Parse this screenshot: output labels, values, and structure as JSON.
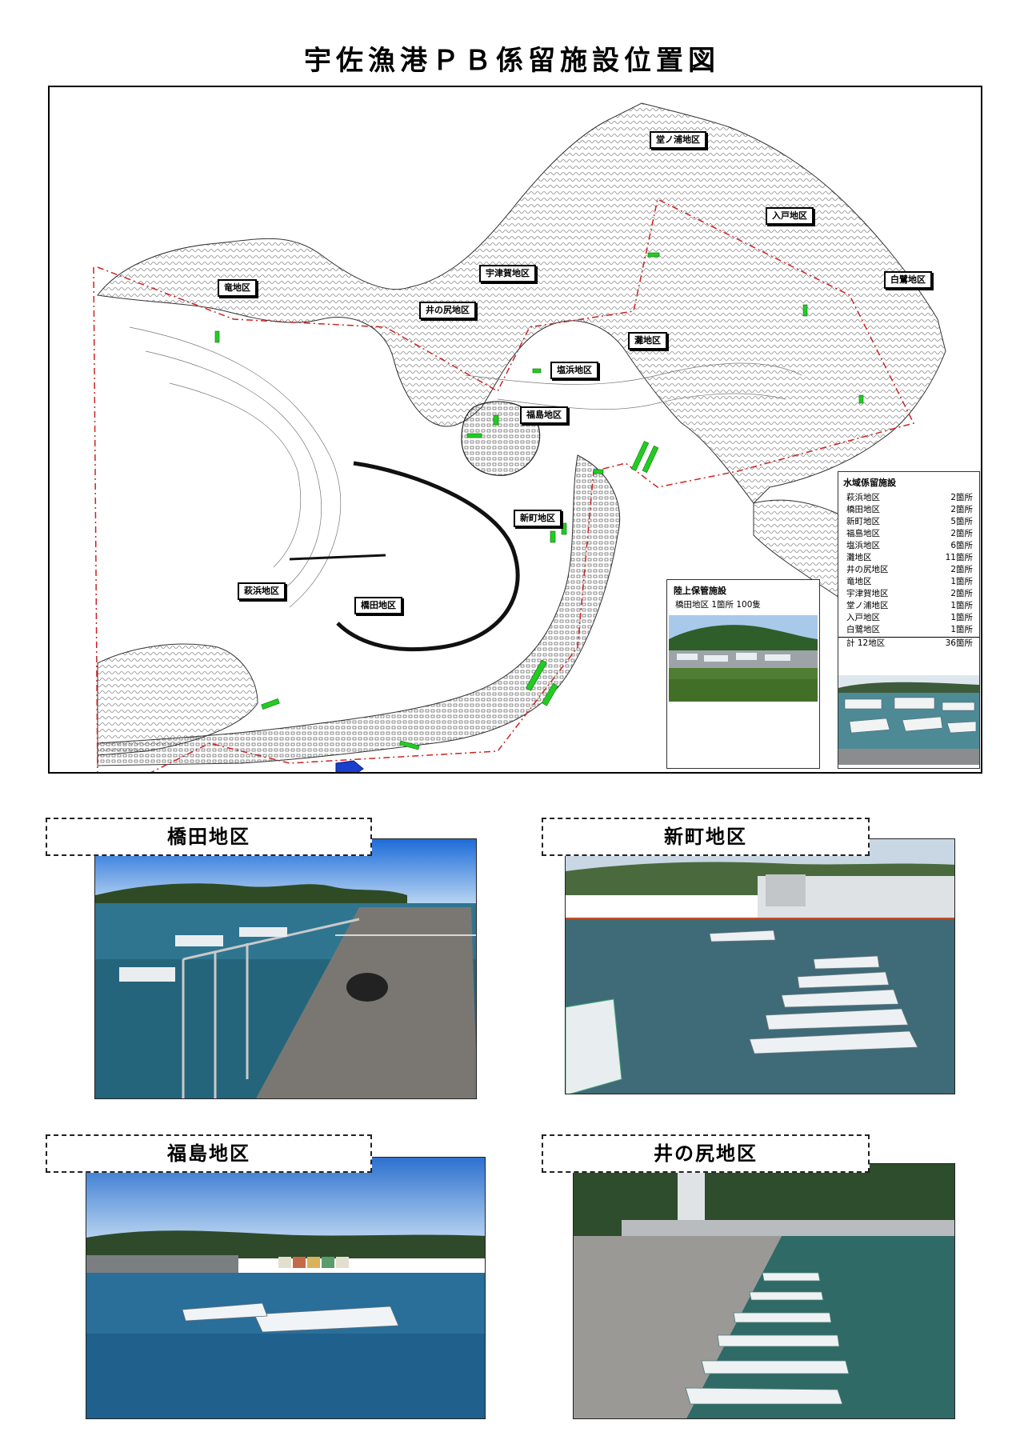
{
  "title": "宇佐漁港ＰＢ係留施設位置図",
  "map": {
    "area_labels": {
      "donoura": "堂ノ浦地区",
      "iritsu": "入戸地区",
      "shirasagi": "白鷺地区",
      "tatsu": "竜地区",
      "usuka": "宇津賀地区",
      "inoshiri": "井の尻地区",
      "nada": "灘地区",
      "shiohama": "塩浜地区",
      "fukushima": "福島地区",
      "shinmachi": "新町地区",
      "hagihama": "萩浜地区",
      "hashida": "橋田地区"
    }
  },
  "water_mooring": {
    "title": "水域係留施設",
    "rows": [
      {
        "area": "萩浜地区",
        "count": "2箇所"
      },
      {
        "area": "橋田地区",
        "count": "2箇所"
      },
      {
        "area": "新町地区",
        "count": "5箇所"
      },
      {
        "area": "福島地区",
        "count": "2箇所"
      },
      {
        "area": "塩浜地区",
        "count": "6箇所"
      },
      {
        "area": "灘地区",
        "count": "11箇所"
      },
      {
        "area": "井の尻地区",
        "count": "2箇所"
      },
      {
        "area": "竜地区",
        "count": "1箇所"
      },
      {
        "area": "宇津賀地区",
        "count": "2箇所"
      },
      {
        "area": "堂ノ浦地区",
        "count": "1箇所"
      },
      {
        "area": "入戸地区",
        "count": "1箇所"
      },
      {
        "area": "白鷺地区",
        "count": "1箇所"
      }
    ],
    "total": {
      "area": "計 12地区",
      "count": "36箇所"
    }
  },
  "land_storage": {
    "title": "陸上保管施設",
    "text": "橋田地区 1箇所 100隻"
  },
  "photos": {
    "hashida": "橋田地区",
    "shinmachi": "新町地区",
    "fukushima": "福島地区",
    "inoshiri": "井の尻地区"
  },
  "colors": {
    "mooring_marker": "#22cc22",
    "land_storage_marker": "#1a3fcc",
    "boundary_line": "#cc2222"
  }
}
